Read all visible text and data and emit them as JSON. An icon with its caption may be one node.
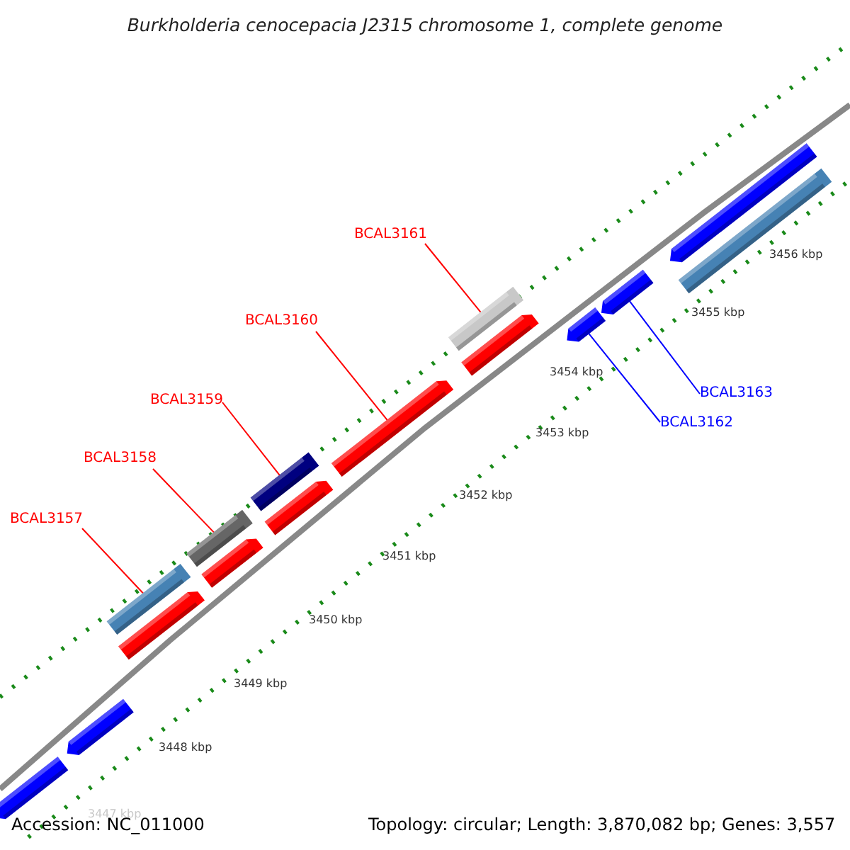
{
  "diagram": {
    "title": "Burkholderia cenocepacia J2315 chromosome 1, complete genome",
    "nodes": [
      {
        "text": [
          "BCAL3157"
        ]
      },
      {
        "text": [],
        "shape": "bar"
      },
      {
        "text": [
          "BCAL3158"
        ]
      },
      {
        "text": [],
        "shape": "bar"
      },
      {
        "text": [
          "BCAL3159"
        ]
      },
      {
        "text": [],
        "shape": "bar"
      },
      {
        "text": [
          "BCAL3160"
        ]
      },
      {
        "text": [],
        "shape": "bar"
      },
      {
        "text": [
          "BCAL3161"
        ]
      },
      {
        "text": [],
        "shape": "bar"
      },
      {
        "text": [
          "BCAL3162"
        ]
      },
      {
        "text": [],
        "shape": "bar"
      },
      {
        "text": [
          "BCAL3163"
        ]
      },
      {
        "text": [],
        "shape": "bar"
      }
    ],
    "edges": [
      {
        "from": 0,
        "to": 1,
        "arrow": "none"
      },
      {
        "from": 2,
        "to": 3,
        "arrow": "none"
      },
      {
        "from": 4,
        "to": 5,
        "arrow": "none"
      },
      {
        "from": 6,
        "to": 7,
        "arrow": "none"
      },
      {
        "from": 8,
        "to": 9,
        "arrow": "none"
      },
      {
        "from": 10,
        "to": 11,
        "arrow": "none",
        "color": "#0000ff"
      },
      {
        "from": 12,
        "to": 13,
        "arrow": "none",
        "color": "#0000ff"
      }
    ],
    "labels": [
      "3456 kbp",
      "3455 kbp",
      "3454 kbp",
      "3453 kbp",
      "3452 kbp",
      "3451 kbp",
      "3450 kbp",
      "3449 kbp",
      "3448 kbp",
      "3447 kbp",
      "Accession: NC_011000",
      "Topology: circular; Length: 3,870,082 bp; Genes: 3,557"
    ]
  }
}
